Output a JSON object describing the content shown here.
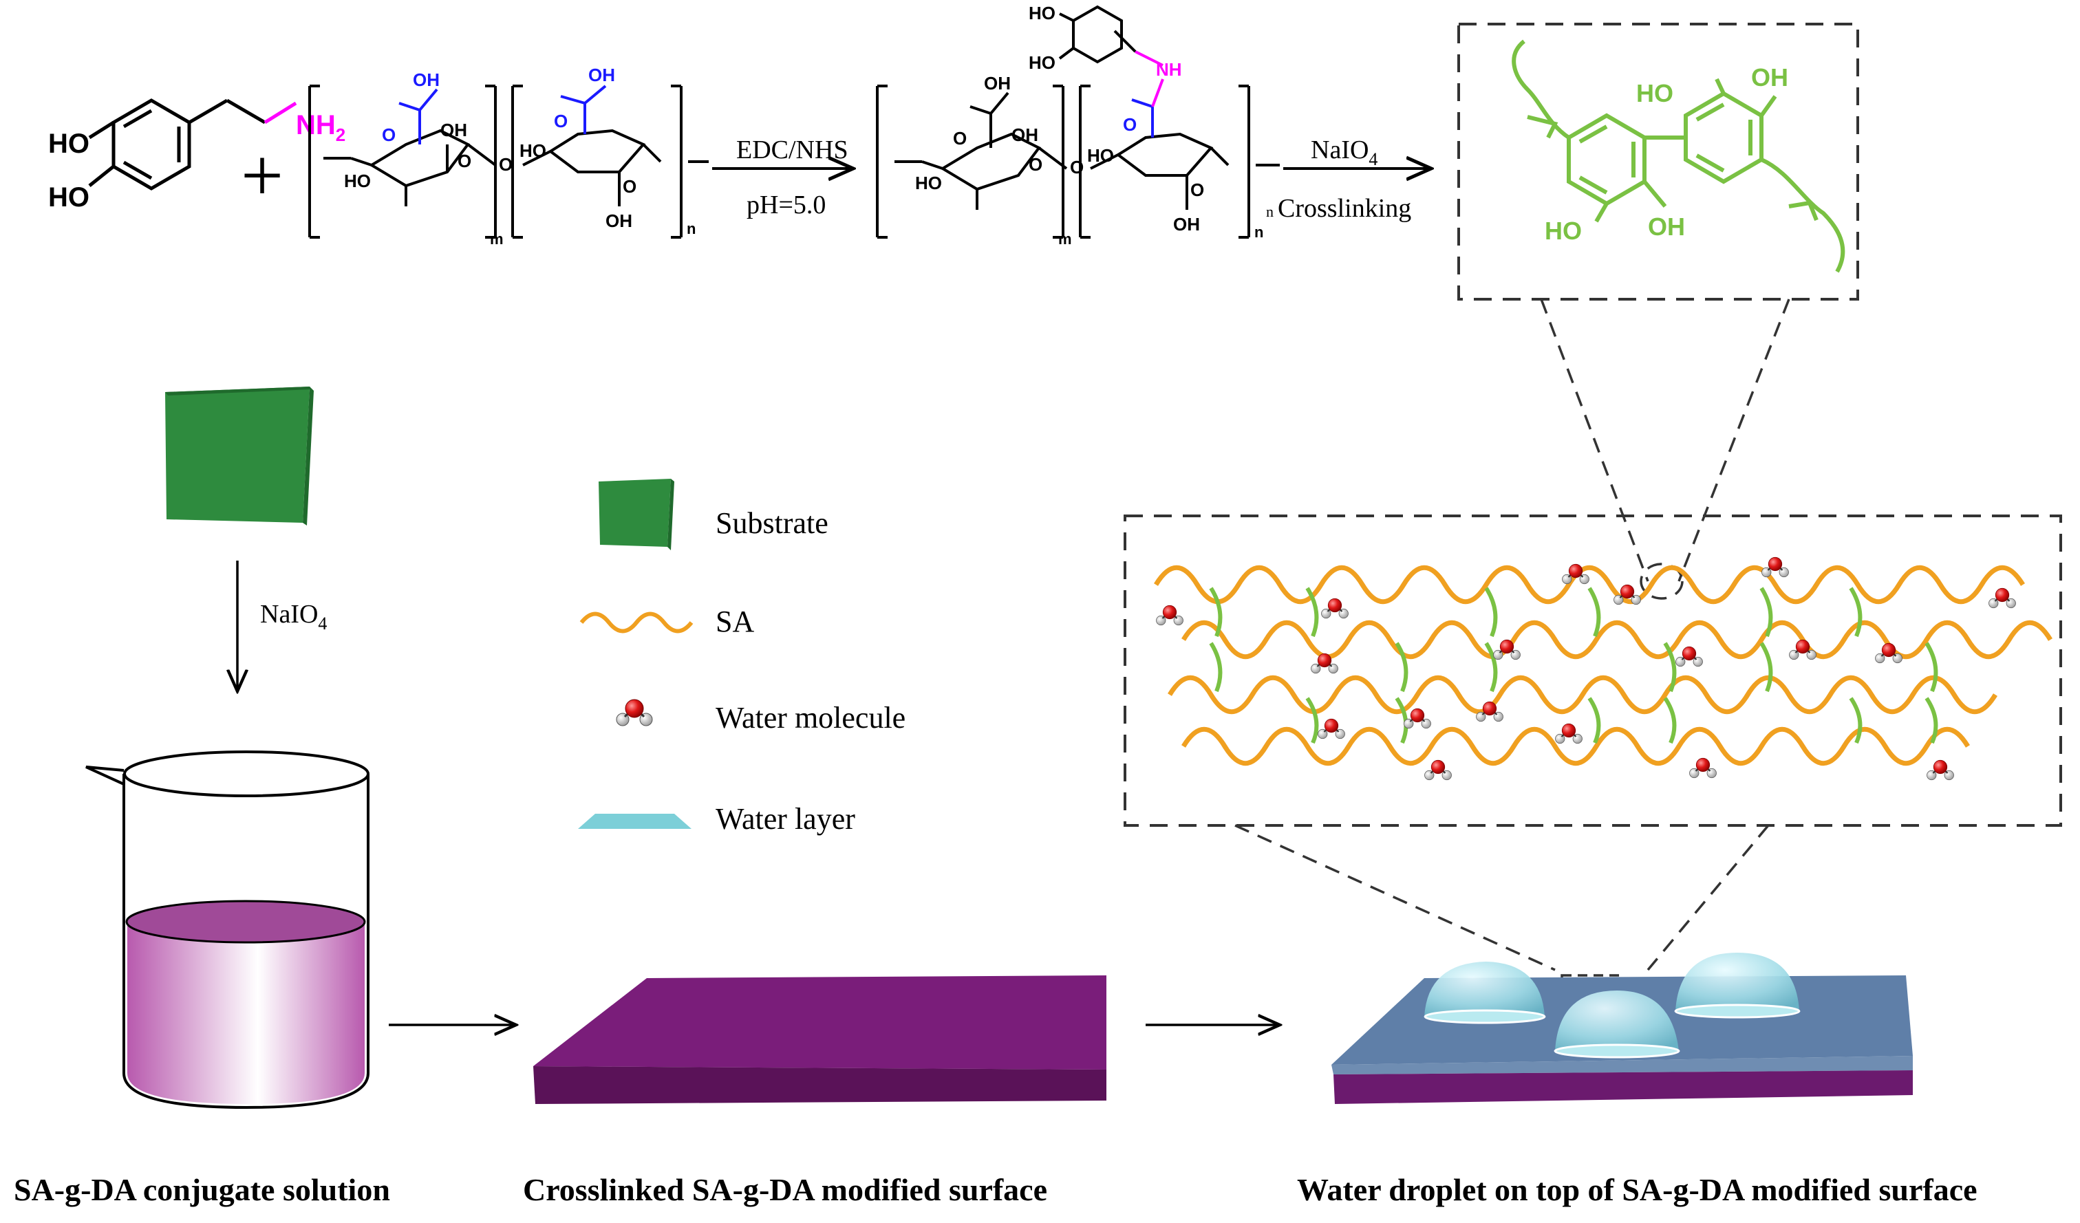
{
  "reaction": {
    "dopamine_groups": [
      "HO",
      "HO",
      "NH",
      "2"
    ],
    "plus": "+",
    "sa_unit_labels": [
      "O",
      "OH",
      "HO",
      "OH",
      "HO",
      "O",
      "O",
      "O"
    ],
    "sa_unit2_labels": [
      "O",
      "OH",
      "HO",
      "OH",
      "O"
    ],
    "repeat_m": "m",
    "repeat_n": "n",
    "step1_reagent": "EDC/NHS",
    "step1_condition": "pH=5.0",
    "product_catechol": [
      "HO",
      "HO"
    ],
    "product_nh": "NH",
    "step2_reagent": "NaIO",
    "step2_sub": "4",
    "step2_label": "Crosslinking",
    "crosslink_groups": [
      "HO",
      "OH",
      "HO",
      "OH"
    ]
  },
  "process": {
    "step_reagent": "NaIO",
    "step_reagent_sub": "4",
    "captions": {
      "solution": "SA-g-DA conjugate solution",
      "surface": "Crosslinked SA-g-DA modified surface",
      "droplet": "Water droplet on top of SA-g-DA modified surface"
    }
  },
  "legend": [
    {
      "label": "Substrate",
      "icon": "substrate-block-icon"
    },
    {
      "label": "SA",
      "icon": "sa-chain-icon"
    },
    {
      "label": "Water molecule",
      "icon": "water-molecule-icon"
    },
    {
      "label": "Water layer",
      "icon": "water-layer-icon"
    }
  ],
  "colors": {
    "green_block": "#2e8b3e",
    "crosslink_green": "#7ac143",
    "sa_orange": "#f0a020",
    "purple": "#7a1d7a",
    "solution_pink": "#c46ab8",
    "water_blue": "#7ccfd8",
    "surface_blue": "#5f7fa8",
    "oxygen_red": "#e02020",
    "amine_magenta": "#ff00ff",
    "carboxyl_blue": "#1a1aff"
  }
}
